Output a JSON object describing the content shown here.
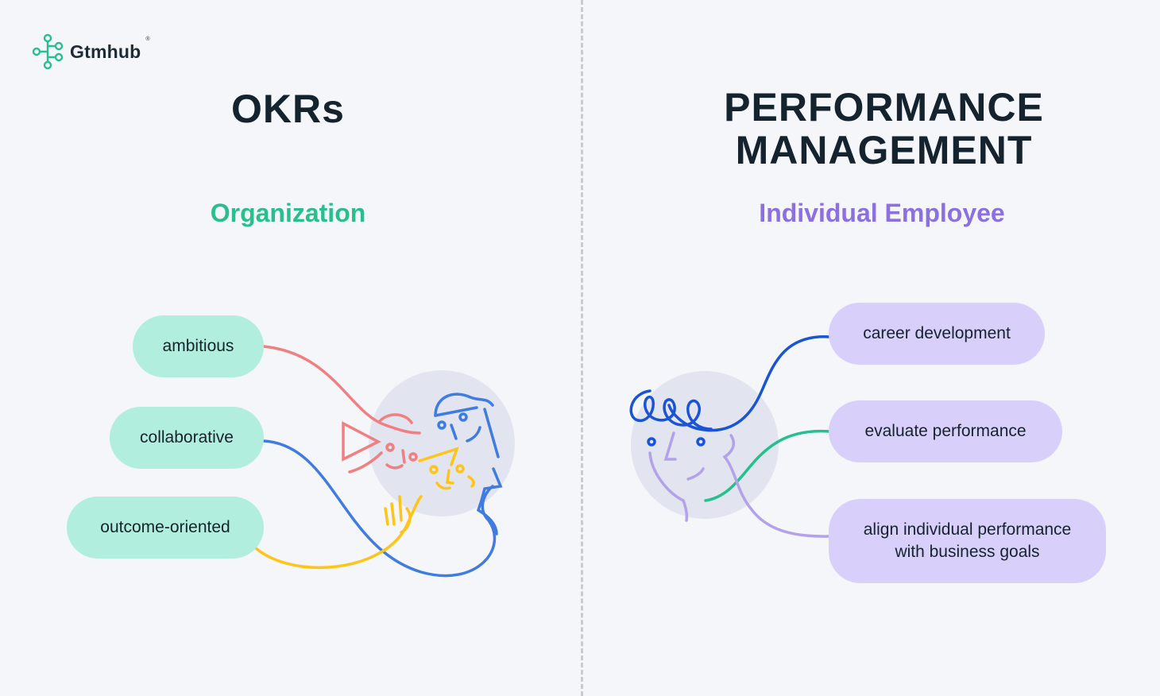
{
  "brand": {
    "name": "Gtmhub",
    "trademark": "®",
    "color": "#27c08c"
  },
  "left": {
    "title": "OKRs",
    "subtitle": "Organization",
    "subtitle_color": "#27c08c",
    "items": [
      "ambitious",
      "collaborative",
      "outcome-oriented"
    ]
  },
  "right": {
    "title_line1": "PERFORMANCE",
    "title_line2": "MANAGEMENT",
    "subtitle": "Individual Employee",
    "subtitle_color": "#8c6fe0",
    "items": [
      "career development",
      "evaluate performance",
      "align individual performance",
      "with business goals"
    ]
  },
  "colors": {
    "pill_green": "#b2eedd",
    "pill_purple": "#d8d0fa",
    "line_red": "#f07f80",
    "line_blue": "#3f7be0",
    "line_yellow": "#ffc41a",
    "line_darkblue": "#1a54d6",
    "line_teal": "#24c08e",
    "line_lavender": "#b3a1ea"
  }
}
